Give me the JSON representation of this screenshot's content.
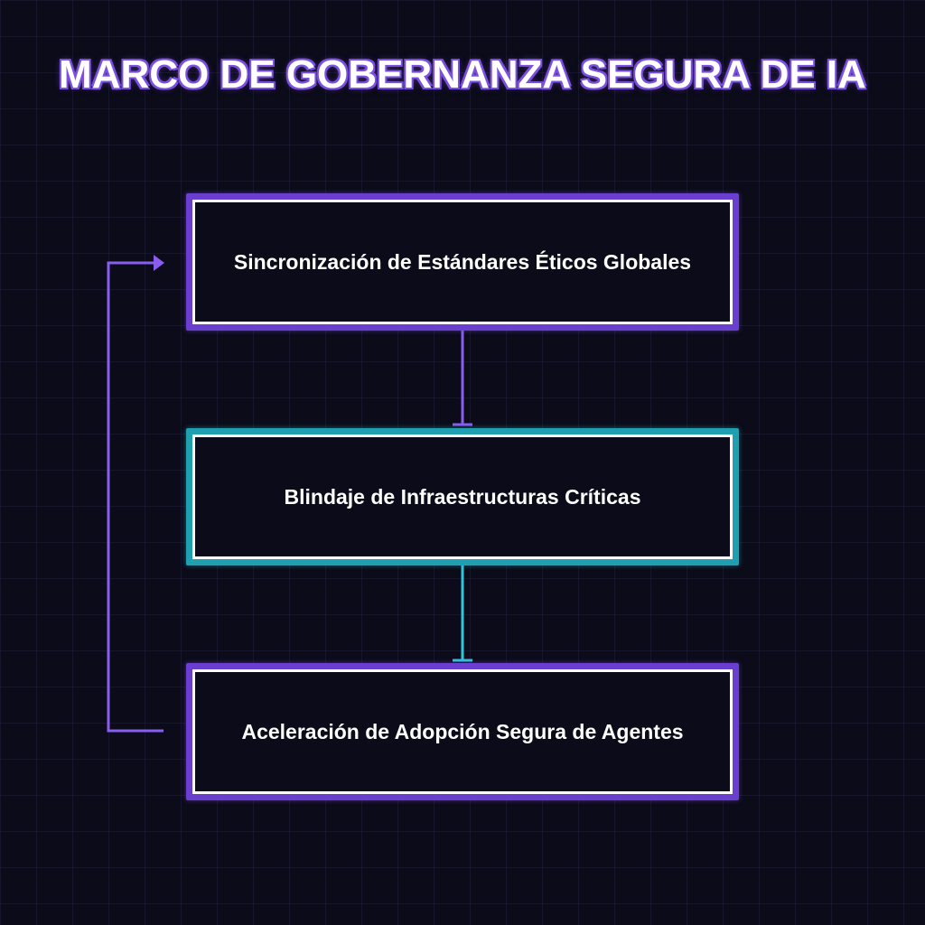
{
  "diagram": {
    "title": "MARCO DE GOBERNANZA SEGURA DE IA",
    "nodes": [
      {
        "label": "Sincronización de Estándares Éticos Globales",
        "color": "#7b4fe0"
      },
      {
        "label": "Blindaje de Infraestructuras Críticas",
        "color": "#22c0d6"
      },
      {
        "label": "Aceleración de Adopción Segura de Agentes",
        "color": "#7b4fe0"
      }
    ],
    "edges": [
      {
        "from": 0,
        "to": 1,
        "color": "#8a5cf0"
      },
      {
        "from": 1,
        "to": 2,
        "color": "#2fc6dc"
      },
      {
        "from": 2,
        "to": 0,
        "color": "#8a5cf0",
        "style": "feedback-loop"
      }
    ]
  }
}
